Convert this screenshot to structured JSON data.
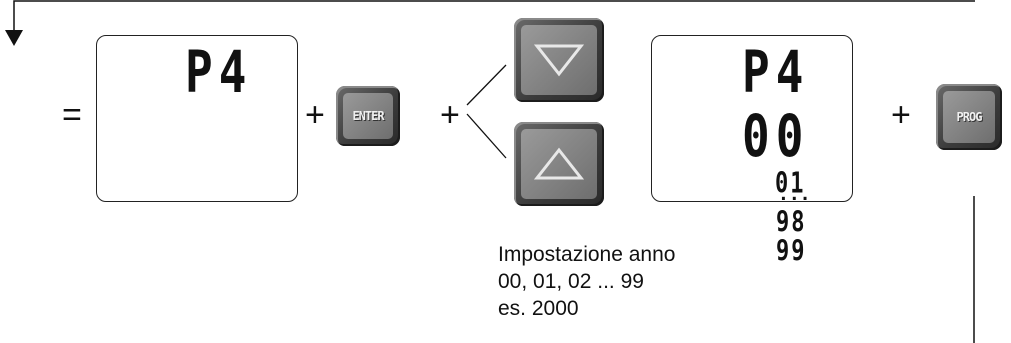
{
  "operators": {
    "equals": "=",
    "plus_1": "+",
    "plus_2": "+",
    "plus_3": "+"
  },
  "display_1": {
    "code": "P4"
  },
  "display_2": {
    "code": "P4",
    "value": "00"
  },
  "value_scroll": {
    "first": "01",
    "dots": "...",
    "second_last": "98",
    "last": "99"
  },
  "keys": {
    "enter": "ENTER",
    "down_icon": "triangle-down-icon",
    "up_icon": "triangle-up-icon",
    "prog": "PROG"
  },
  "note": {
    "line1": "Impostazione anno",
    "line2": "00, 01, 02 ... 99",
    "line3": "es. 2000"
  }
}
